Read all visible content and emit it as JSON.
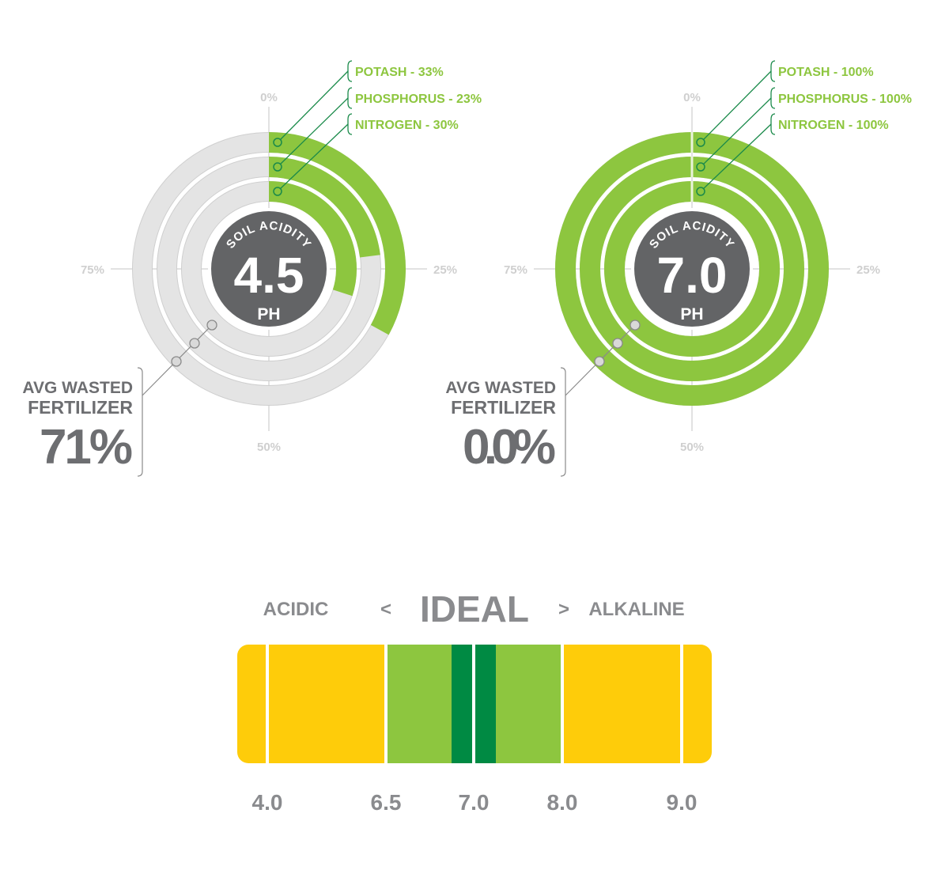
{
  "colors": {
    "green": "#8dc63f",
    "dark_green": "#008a43",
    "line_green": "#1a8a4a",
    "track_gray": "#e4e4e4",
    "track_border": "#cfcfcf",
    "center_gray": "#636466",
    "label_gray": "#cfcfcf",
    "text_gray": "#6d6e71",
    "scale_gray": "#8a8b8e",
    "yellow": "#fecc0a"
  },
  "chart_data": [
    {
      "type": "radial-bar",
      "center_title": "SOIL ACIDITY",
      "center_value": "4.5",
      "center_unit": "PH",
      "axis_labels": {
        "top": "0%",
        "right": "25%",
        "bottom": "50%",
        "left": "75%"
      },
      "series": [
        {
          "name": "POTASH",
          "label": "POTASH - 33%",
          "value": 33
        },
        {
          "name": "PHOSPHORUS",
          "label": "PHOSPHORUS - 23%",
          "value": 23
        },
        {
          "name": "NITROGEN",
          "label": "NITROGEN - 30%",
          "value": 30
        }
      ],
      "wasted_label_1": "AVG WASTED",
      "wasted_label_2": "FERTILIZER",
      "wasted_value": "71%"
    },
    {
      "type": "radial-bar",
      "center_title": "SOIL ACIDITY",
      "center_value": "7.0",
      "center_unit": "PH",
      "axis_labels": {
        "top": "0%",
        "right": "25%",
        "bottom": "50%",
        "left": "75%"
      },
      "series": [
        {
          "name": "POTASH",
          "label": "POTASH - 100%",
          "value": 100
        },
        {
          "name": "PHOSPHORUS",
          "label": "PHOSPHORUS - 100%",
          "value": 100
        },
        {
          "name": "NITROGEN",
          "label": "NITROGEN - 100%",
          "value": 100
        }
      ],
      "wasted_label_1": "AVG WASTED",
      "wasted_label_2": "FERTILIZER",
      "wasted_value": "0.0%"
    },
    {
      "type": "ph-scale",
      "headings": {
        "left": "ACIDIC",
        "lt": "<",
        "center": "IDEAL",
        "gt": ">",
        "right": "ALKALINE"
      },
      "ticks": [
        "4.0",
        "6.5",
        "7.0",
        "8.0",
        "9.0"
      ],
      "segments": [
        {
          "from": 4.0,
          "to": 6.5,
          "zone": "acidic",
          "color": "#fecc0a"
        },
        {
          "from": 6.5,
          "to": 8.0,
          "zone": "ideal",
          "color": "#8dc63f"
        },
        {
          "from": 8.0,
          "to": 9.0,
          "zone": "alkaline",
          "color": "#fecc0a"
        }
      ],
      "optimal": {
        "value": 7.0,
        "color": "#008a43"
      }
    }
  ]
}
